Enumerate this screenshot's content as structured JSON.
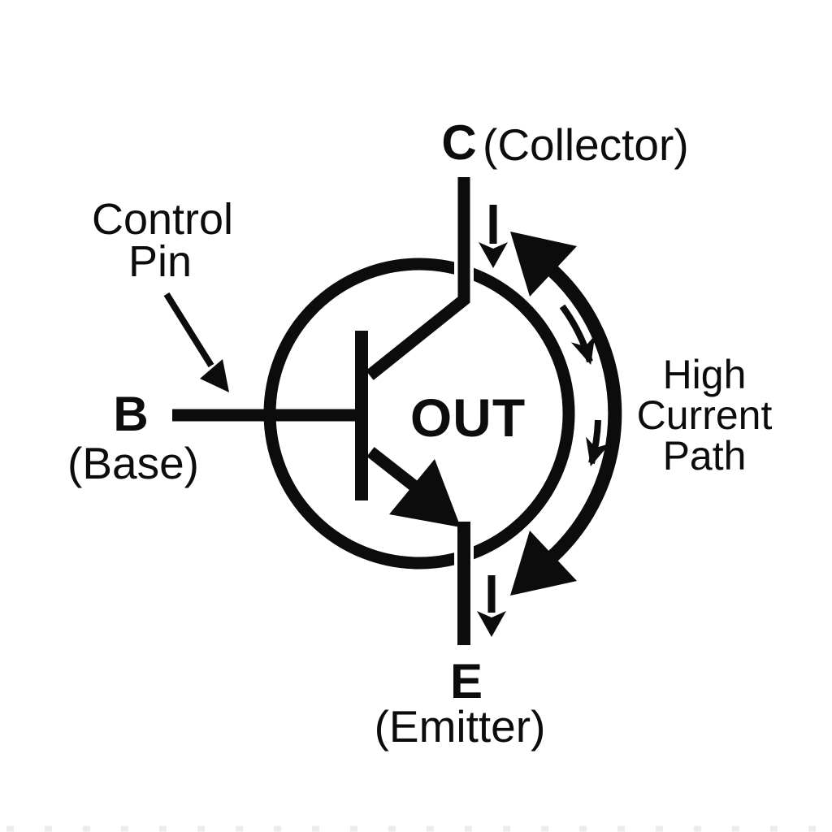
{
  "colors": {
    "ink": "#0c0c0c",
    "background": "#ffffff",
    "artifact": "#ececec"
  },
  "labels": {
    "collector": {
      "letter": "C",
      "name": "(Collector)"
    },
    "base": {
      "letter": "B",
      "name": "(Base)"
    },
    "emitter": {
      "letter": "E",
      "name": "(Emitter)"
    },
    "control_pin": {
      "line1": "Control",
      "line2": "Pin"
    },
    "out": "OUT",
    "high_current_path": {
      "line1": "High",
      "line2": "Current",
      "line3": "Path"
    }
  },
  "icons": {
    "high_current_arc": "double-headed-curved-arrow",
    "flow_arrows": "small-down-arrows",
    "control_pointer": "diagonal-arrow"
  }
}
